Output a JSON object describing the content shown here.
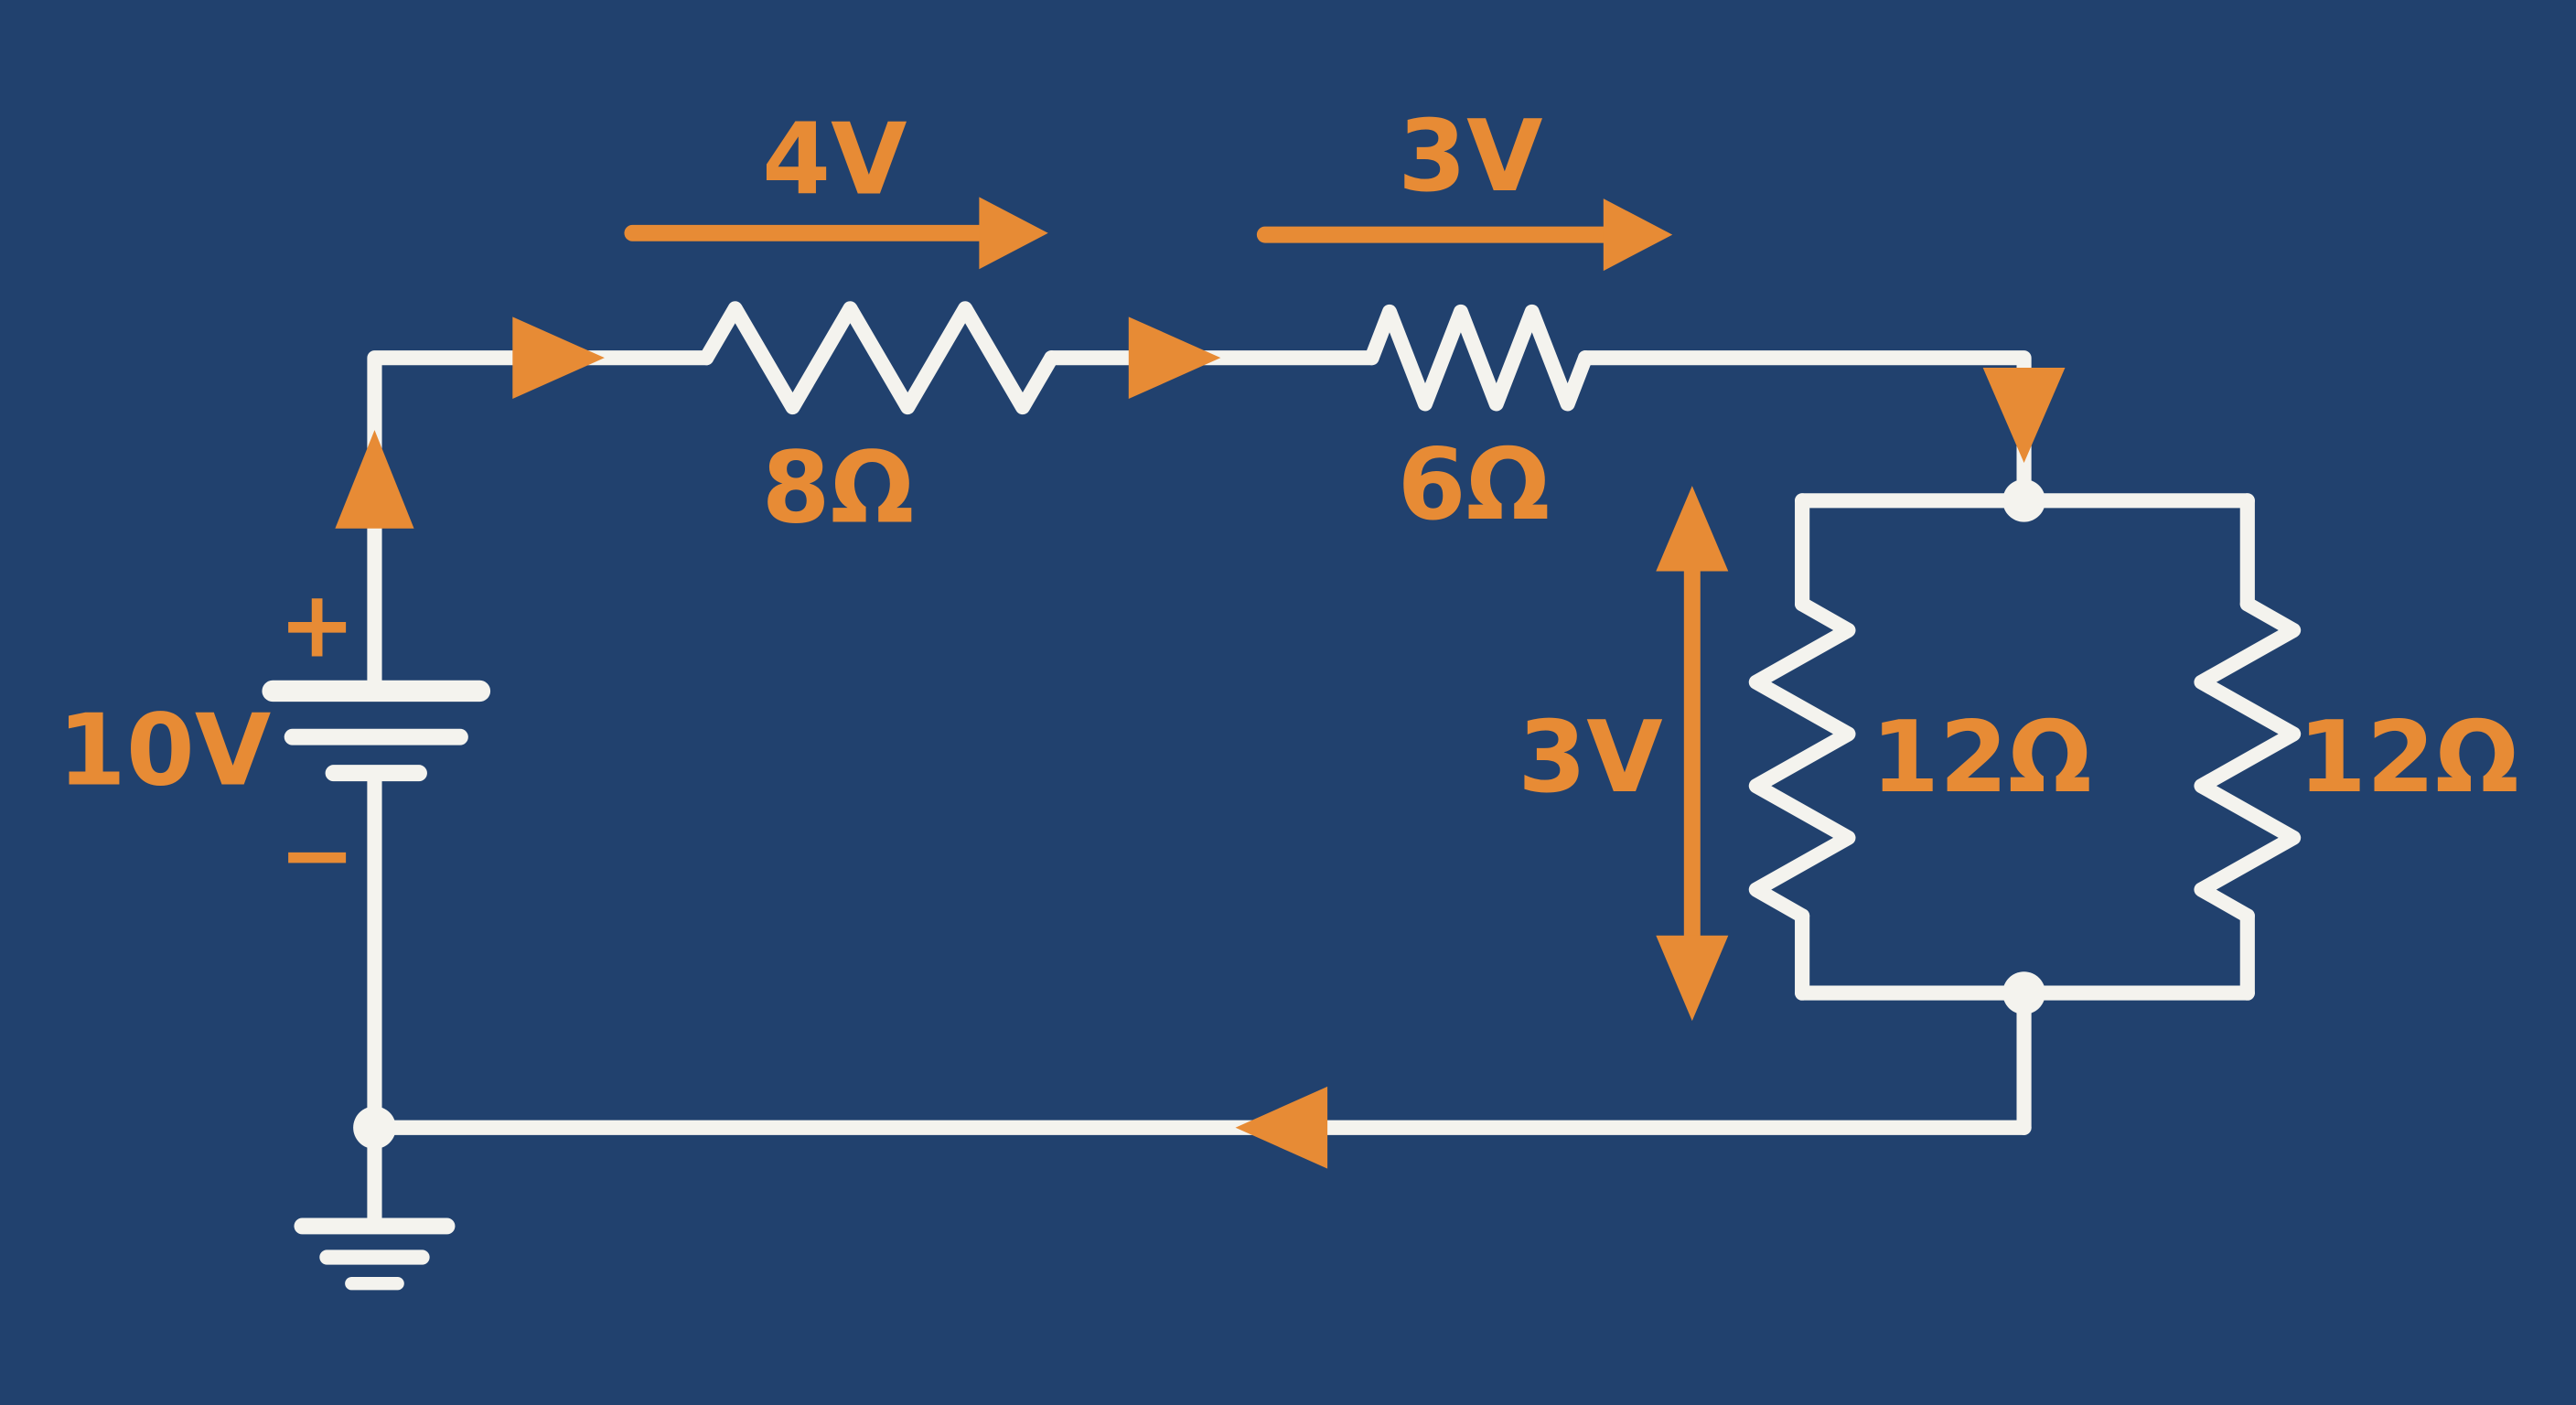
{
  "title": "DC circuit diagram with series and parallel resistors",
  "colors": {
    "background": "#21416e",
    "wire": "#f4f3ee",
    "accent": "#e78b35"
  },
  "battery": {
    "voltage": "10V",
    "plus": "+",
    "minus": "−"
  },
  "resistors": {
    "r1": {
      "value": "8Ω",
      "drop": "4V"
    },
    "r2": {
      "value": "6Ω",
      "drop": "3V"
    },
    "parallel": {
      "drop": "3V",
      "left": "12Ω",
      "right": "12Ω"
    }
  }
}
